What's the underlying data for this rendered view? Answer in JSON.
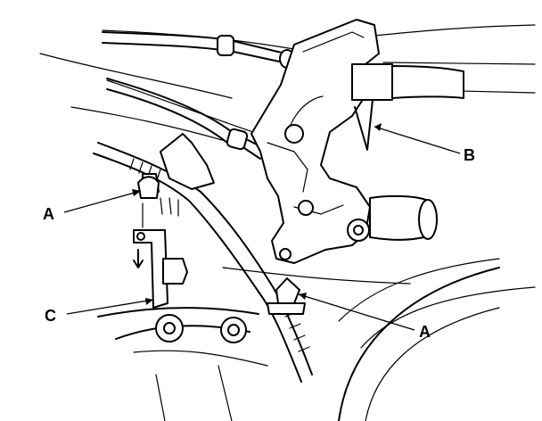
{
  "callouts": {
    "a_upper": "A",
    "a_lower": "A",
    "b": "B",
    "c": "C"
  },
  "colors": {
    "line": "#000000",
    "background": "#ffffff"
  }
}
